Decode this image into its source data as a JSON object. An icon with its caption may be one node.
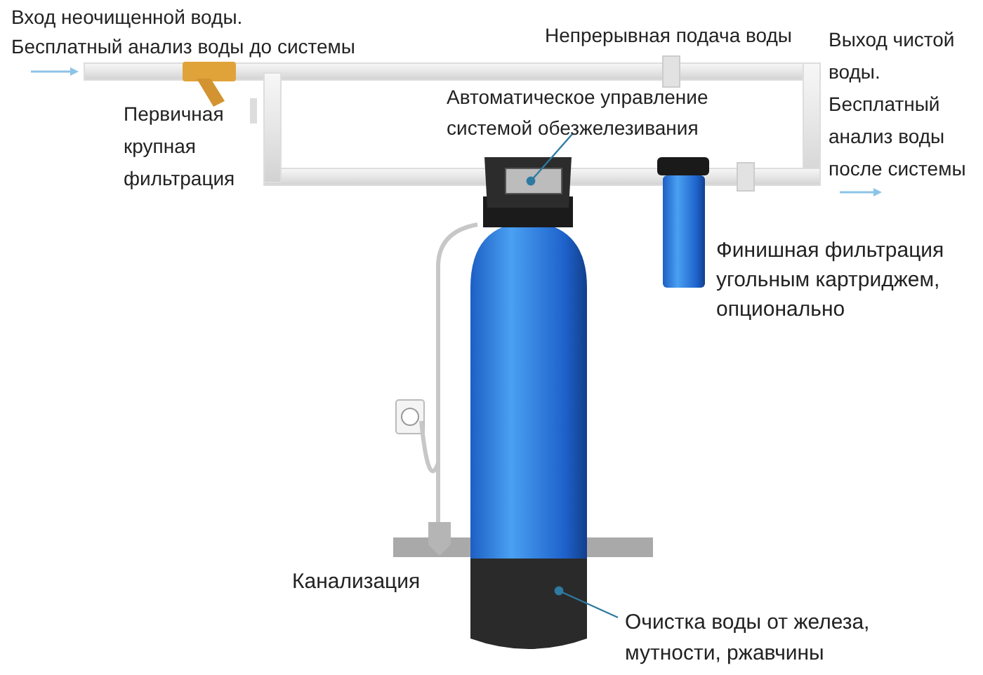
{
  "diagram": {
    "nodes": [
      {
        "text": [
          "Автоматическое управление системой обезжелезивания"
        ]
      },
      {
        "text": [],
        "shape": "box"
      },
      {
        "text": [
          "Очистка воды от железа, мутности, ржавчины"
        ]
      },
      {
        "text": [],
        "shape": "cylinder"
      }
    ],
    "edges": [
      {
        "from": 0,
        "to": 1,
        "arrow": "other"
      },
      {
        "from": 2,
        "to": 3,
        "arrow": "other"
      }
    ],
    "labels": [
      "Вход неочищенной воды. Бесплатный анализ воды до системы",
      "Непрерывная подача воды",
      "Выход чистой воды. Бесплатный анализ воды после системы",
      "Первичная крупная фильтрация",
      "Финишная фильтрация угольным картриджем, опционально",
      "Канализация"
    ]
  }
}
